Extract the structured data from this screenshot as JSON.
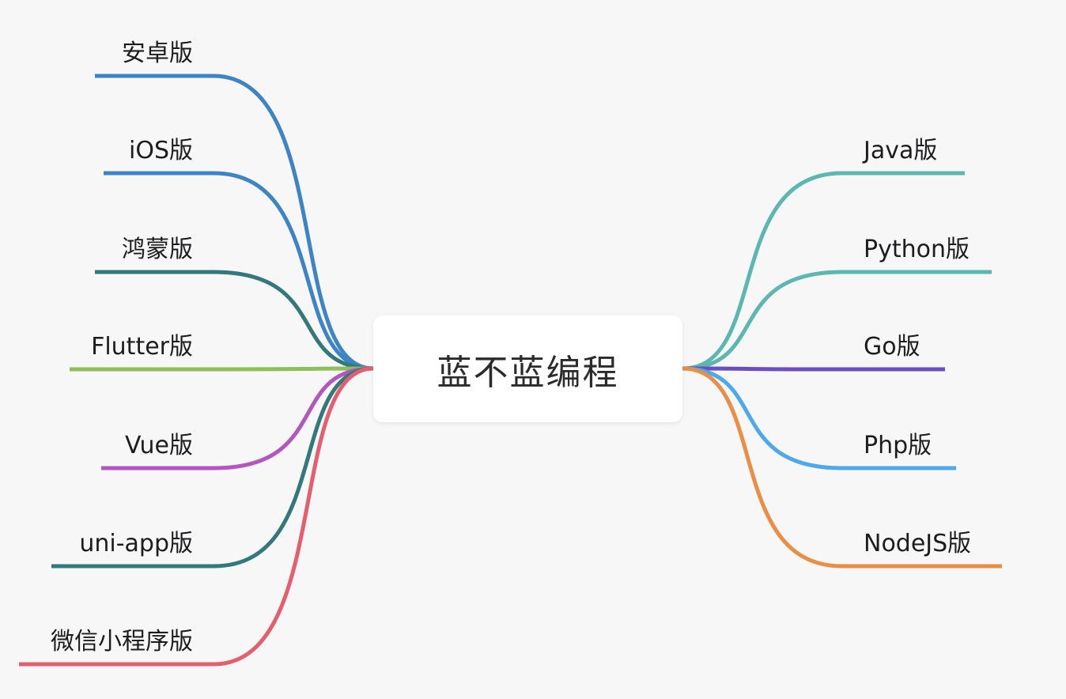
{
  "mindmap": {
    "root": "蓝不蓝编程",
    "left_branches": [
      {
        "label": "安卓版",
        "color": "#3d84c6"
      },
      {
        "label": "iOS版",
        "color": "#3d84c6"
      },
      {
        "label": "鸿蒙版",
        "color": "#33787a"
      },
      {
        "label": "Flutter版",
        "color": "#8fbe5a"
      },
      {
        "label": "Vue版",
        "color": "#b257c0"
      },
      {
        "label": "uni-app版",
        "color": "#33787a"
      },
      {
        "label": "微信小程序版",
        "color": "#e55e6d"
      }
    ],
    "right_branches": [
      {
        "label": "Java版",
        "color": "#5bb7b0"
      },
      {
        "label": "Python版",
        "color": "#5bb7b0"
      },
      {
        "label": "Go版",
        "color": "#6b4fc0"
      },
      {
        "label": "Php版",
        "color": "#4ea9ec"
      },
      {
        "label": "NodeJS版",
        "color": "#ea8e46"
      }
    ]
  }
}
